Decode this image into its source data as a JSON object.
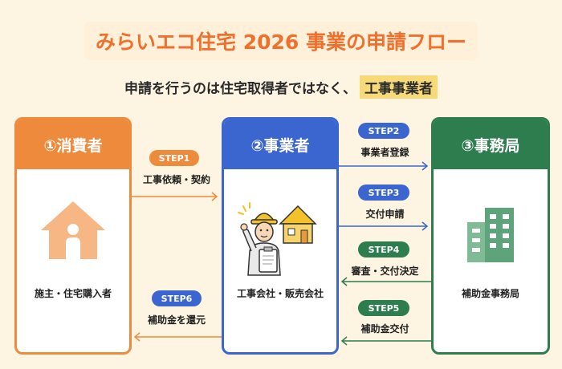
{
  "title": "みらいエコ住宅 2026 事業の申請フロー",
  "subtitle": {
    "prefix": "申請を行うのは住宅取得者ではなく、",
    "highlight": "工事事業者"
  },
  "cards": [
    {
      "heading": "①消費者",
      "caption": "施主・住宅購入者",
      "icon": "house-person-icon",
      "color": "#ee8a3c"
    },
    {
      "heading": "②事業者",
      "caption": "工事会社・販売会社",
      "icon": "builder-worker-icon",
      "color": "#3b66cf"
    },
    {
      "heading": "③事務局",
      "caption": "補助金事務局",
      "icon": "office-building-icon",
      "color": "#2e7d4f"
    }
  ],
  "steps": [
    {
      "badge": "STEP1",
      "label": "工事依頼・契約"
    },
    {
      "badge": "STEP2",
      "label": "事業者登録"
    },
    {
      "badge": "STEP3",
      "label": "交付申請"
    },
    {
      "badge": "STEP4",
      "label": "審査・交付決定"
    },
    {
      "badge": "STEP5",
      "label": "補助金交付"
    },
    {
      "badge": "STEP6",
      "label": "補助金を還元"
    }
  ]
}
